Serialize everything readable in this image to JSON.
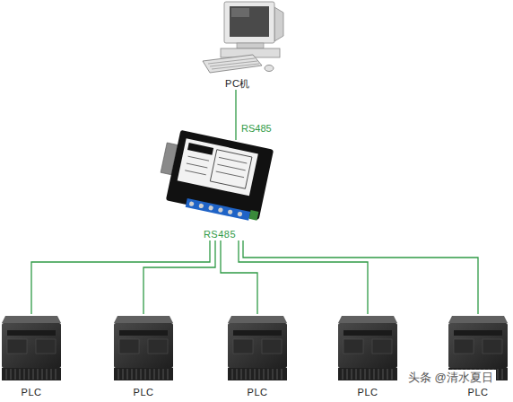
{
  "diagram": {
    "nodes": [
      {
        "text": [
          "PC机"
        ]
      },
      {
        "text": [
          "RS485"
        ]
      },
      {
        "text": [
          "PLC"
        ]
      },
      {
        "text": [
          "PLC"
        ]
      },
      {
        "text": [
          "PLC"
        ]
      },
      {
        "text": [
          "PLC"
        ]
      },
      {
        "text": [
          "PLC"
        ]
      }
    ],
    "edges": [
      {
        "from": 0,
        "to": 1,
        "label": "RS485",
        "arrow": "none"
      },
      {
        "from": 1,
        "to": 2,
        "arrow": "none"
      },
      {
        "from": 1,
        "to": 3,
        "arrow": "none"
      },
      {
        "from": 1,
        "to": 4,
        "arrow": "none"
      },
      {
        "from": 1,
        "to": 5,
        "arrow": "none"
      },
      {
        "from": 1,
        "to": 6,
        "arrow": "none"
      }
    ],
    "labels": [
      "头条 @清水夏日"
    ]
  }
}
